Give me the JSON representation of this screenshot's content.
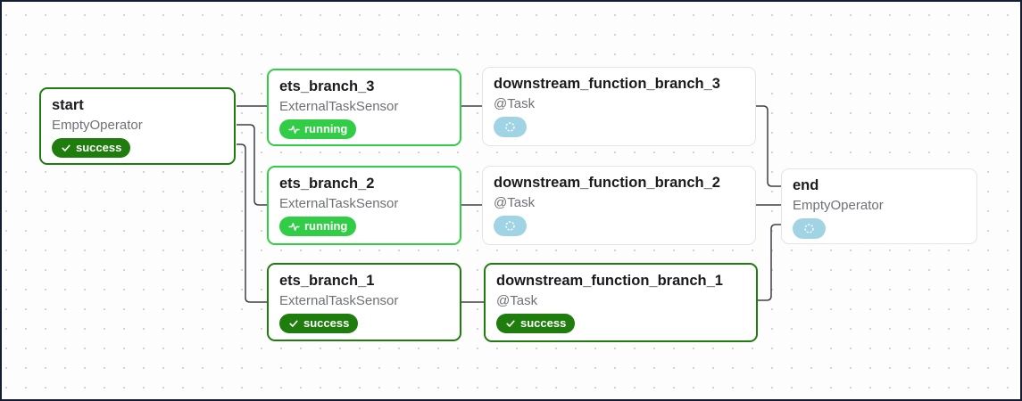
{
  "canvas": {
    "kind": "dag-graph-view",
    "dot_color": "#d2d2d6",
    "border_color": "#161d33",
    "edge_color": "#3f3f46"
  },
  "states": {
    "success": {
      "label": "success",
      "color": "#1f7d0e",
      "icon": "check-icon"
    },
    "running": {
      "label": "running",
      "color": "#32cd46",
      "icon": "activity-icon"
    },
    "no_status": {
      "label": "",
      "color": "#a0d4e4",
      "icon": "dashed-circle-icon"
    }
  },
  "nodes": [
    {
      "id": "start",
      "title": "start",
      "subtitle": "EmptyOperator",
      "state": "success",
      "badge_label": "success"
    },
    {
      "id": "ets_branch_3",
      "title": "ets_branch_3",
      "subtitle": "ExternalTaskSensor",
      "state": "running",
      "badge_label": "running"
    },
    {
      "id": "ets_branch_2",
      "title": "ets_branch_2",
      "subtitle": "ExternalTaskSensor",
      "state": "running",
      "badge_label": "running"
    },
    {
      "id": "ets_branch_1",
      "title": "ets_branch_1",
      "subtitle": "ExternalTaskSensor",
      "state": "success",
      "badge_label": "success"
    },
    {
      "id": "downstream_function_branch_3",
      "title": "downstream_function_branch_3",
      "subtitle": "@Task",
      "state": "no_status",
      "badge_label": ""
    },
    {
      "id": "downstream_function_branch_2",
      "title": "downstream_function_branch_2",
      "subtitle": "@Task",
      "state": "no_status",
      "badge_label": ""
    },
    {
      "id": "downstream_function_branch_1",
      "title": "downstream_function_branch_1",
      "subtitle": "@Task",
      "state": "success",
      "badge_label": "success"
    },
    {
      "id": "end",
      "title": "end",
      "subtitle": "EmptyOperator",
      "state": "no_status",
      "badge_label": ""
    }
  ],
  "edges": [
    {
      "from": "start",
      "to": "ets_branch_3"
    },
    {
      "from": "start",
      "to": "ets_branch_2"
    },
    {
      "from": "start",
      "to": "ets_branch_1"
    },
    {
      "from": "ets_branch_3",
      "to": "downstream_function_branch_3"
    },
    {
      "from": "ets_branch_2",
      "to": "downstream_function_branch_2"
    },
    {
      "from": "ets_branch_1",
      "to": "downstream_function_branch_1"
    },
    {
      "from": "downstream_function_branch_3",
      "to": "end"
    },
    {
      "from": "downstream_function_branch_2",
      "to": "end"
    },
    {
      "from": "downstream_function_branch_1",
      "to": "end"
    }
  ]
}
